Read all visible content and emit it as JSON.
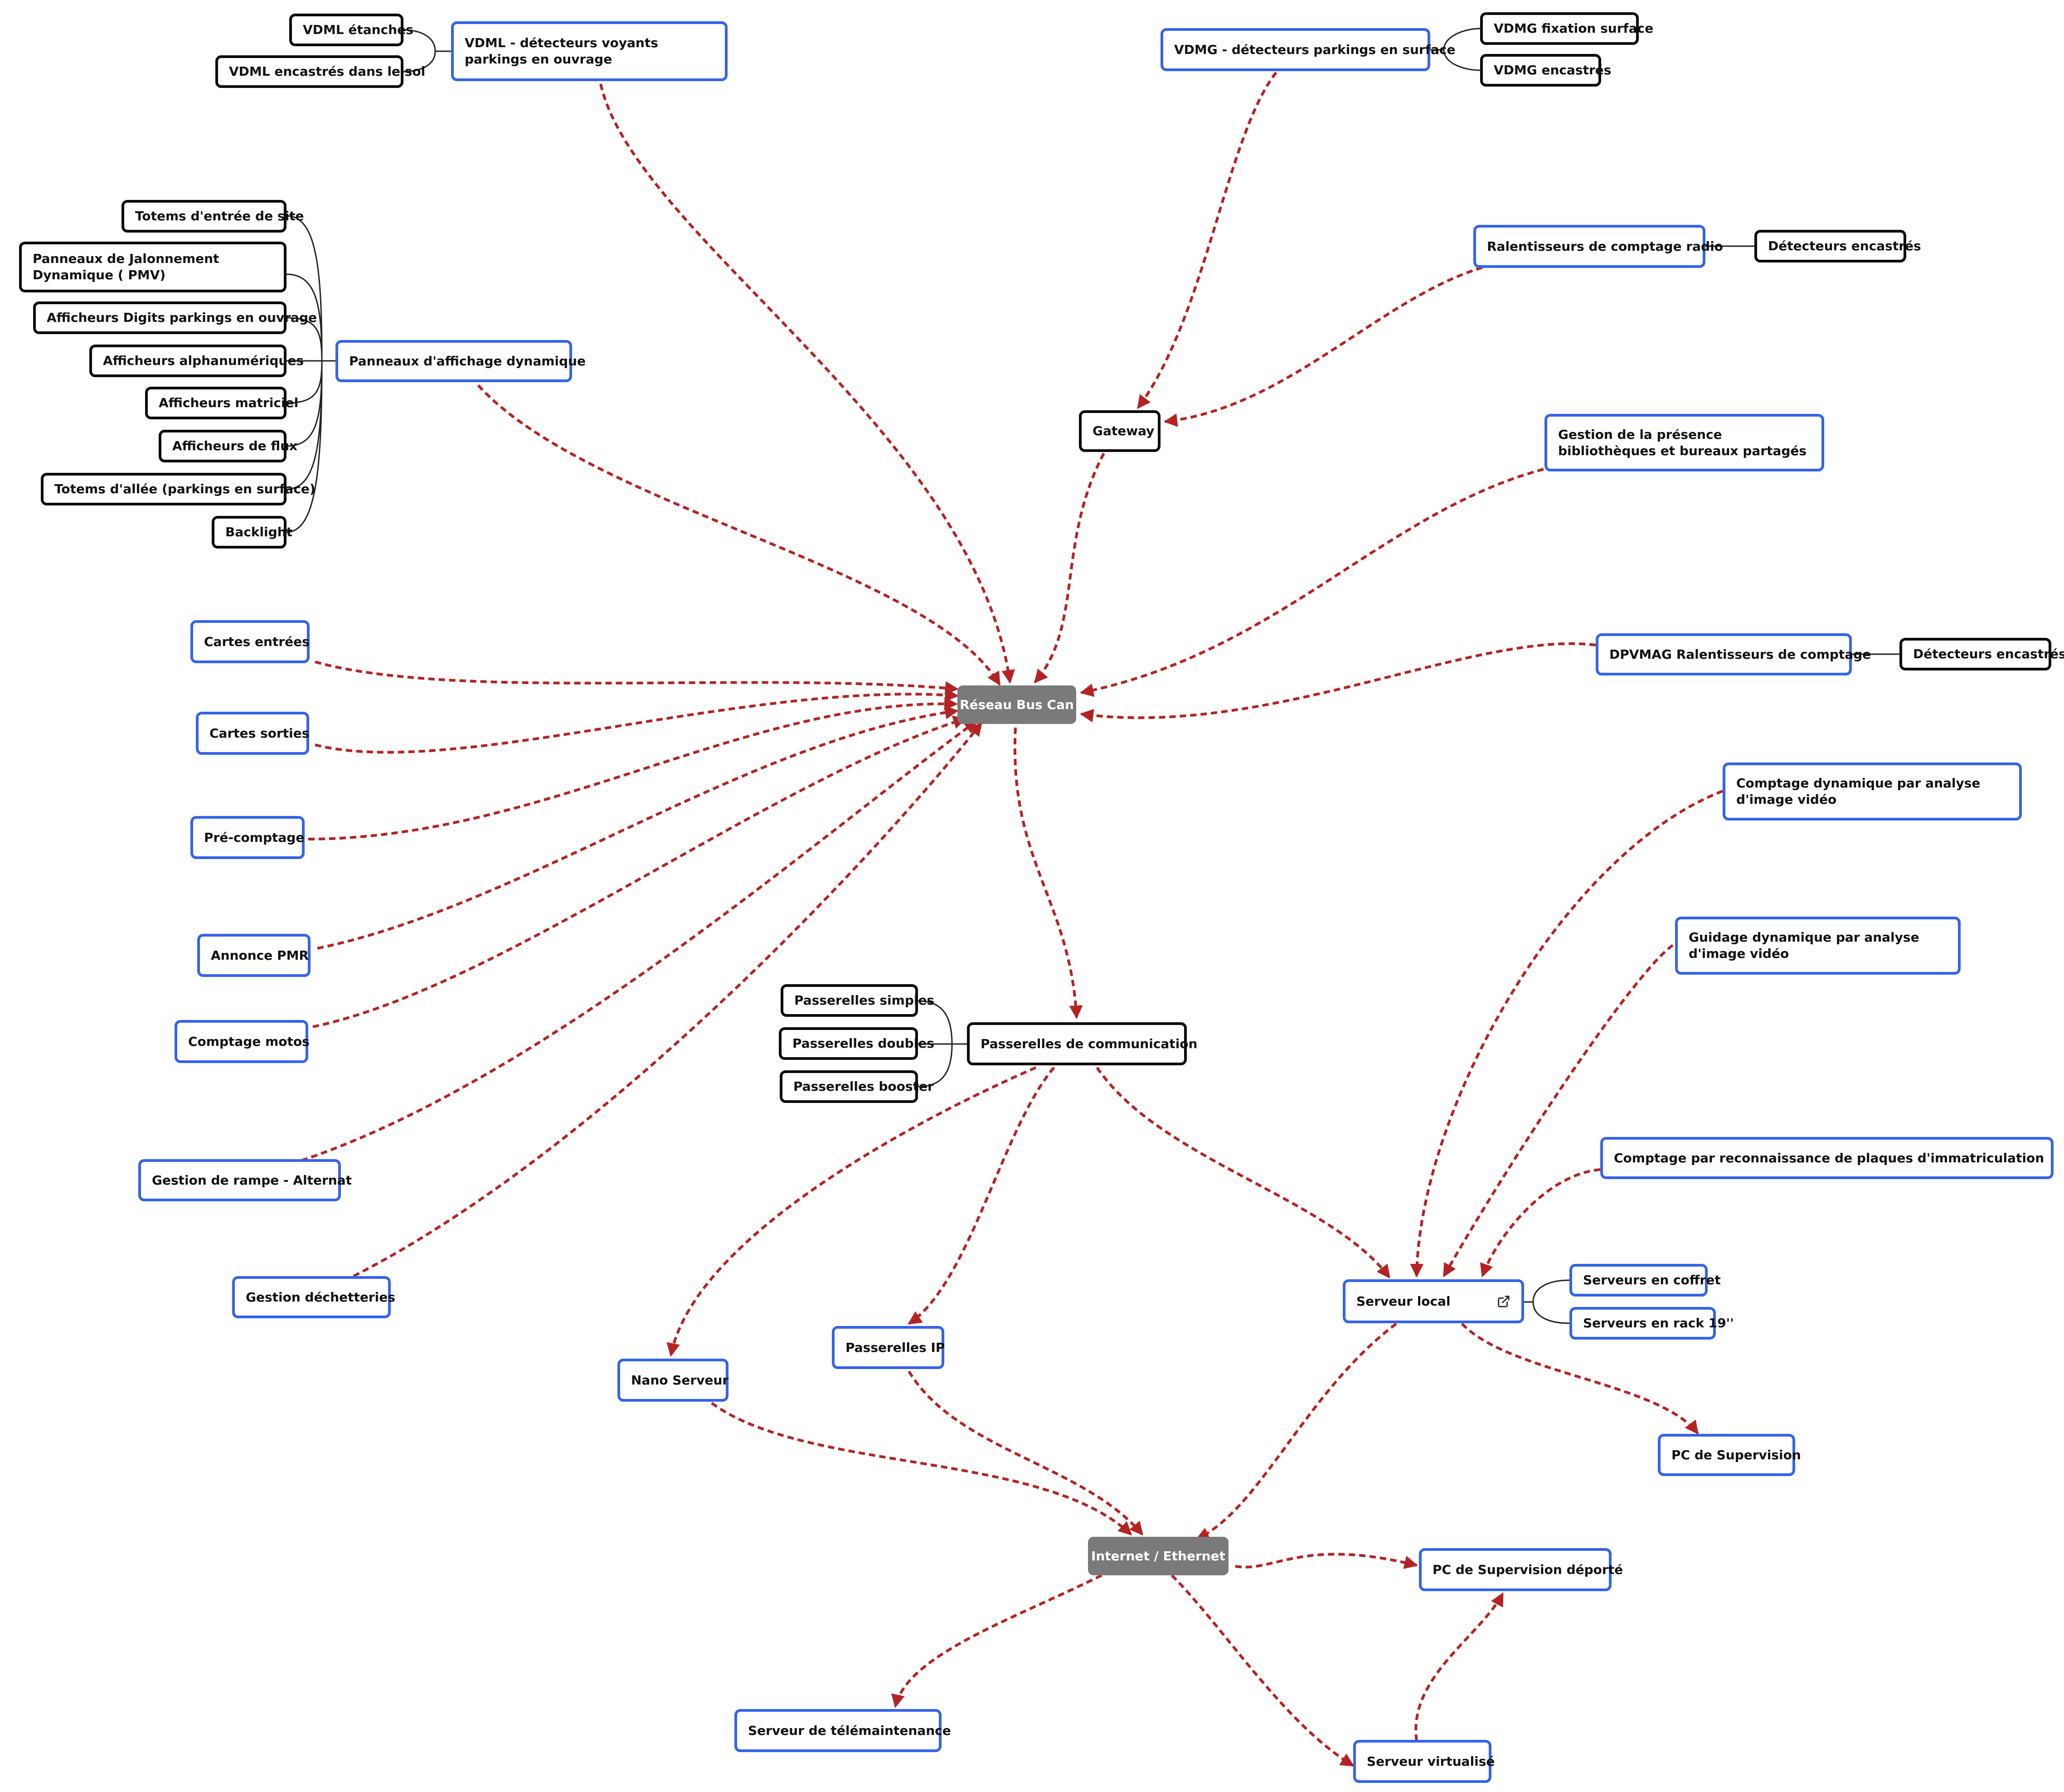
{
  "colors": {
    "accent_blue": "#3563e9",
    "arrow_red": "#b42323",
    "hub_gray": "#7a7a7a",
    "branch_black": "#0a0a0a"
  },
  "nodes": {
    "vdml": "VDML - détecteurs voyants parkings en ouvrage",
    "vdml_etanches": "VDML étanches",
    "vdml_encastres": "VDML encastrés dans le sol",
    "vdmg": "VDMG - détecteurs parkings en surface",
    "vdmg_fixation": "VDMG fixation surface",
    "vdmg_encastres": "VDMG encastrés",
    "totems_entree": "Totems d'entrée de site",
    "panneaux_jalonnement": "Panneaux de Jalonnement Dynamique ( PMV)",
    "afficheurs_digits": "Afficheurs Digits parkings en ouvrage",
    "afficheurs_alpha": "Afficheurs alphanumériques",
    "afficheurs_matriciel": "Afficheurs matriciel",
    "afficheurs_flux": "Afficheurs de flux",
    "totems_allee": "Totems d'allée (parkings en surface)",
    "backlight": "Backlight",
    "panneaux_affichage": "Panneaux d'affichage dynamique",
    "ralentisseurs_radio": "Ralentisseurs de comptage radio",
    "detecteurs_encastres_1": "Détecteurs encastrés",
    "gateway": "Gateway",
    "gestion_presence": "Gestion de la présence bibliothèques et bureaux partagés",
    "dpvmag": "DPVMAG Ralentisseurs de comptage",
    "detecteurs_encastres_2": "Détecteurs encastrés",
    "cartes_entrees": "Cartes entrées",
    "cartes_sorties": "Cartes sorties",
    "pre_comptage": "Pré-comptage",
    "annonce_pmr": "Annonce PMR",
    "comptage_motos": "Comptage motos",
    "gestion_rampe": "Gestion de rampe - Alternat",
    "gestion_dechetteries": "Gestion déchetteries",
    "reseau_bus_can": "Réseau Bus Can",
    "comptage_image": "Comptage dynamique par analyse d'image vidéo",
    "guidage_image": "Guidage dynamique par analyse d'image vidéo",
    "comptage_plaques": "Comptage par reconnaissance de plaques d'immatriculation",
    "passerelles_simples": "Passerelles simples",
    "passerelles_doubles": "Passerelles doubles",
    "passerelles_booster": "Passerelles booster",
    "passerelles_comm": "Passerelles de communication",
    "serveur_local": "Serveur local",
    "serveurs_coffret": "Serveurs en coffret",
    "serveurs_rack": "Serveurs en rack 19''",
    "passerelles_ip": "Passerelles IP",
    "nano_serveur": "Nano Serveur",
    "pc_supervision": "PC de Supervision",
    "internet": "Internet / Ethernet",
    "pc_supervision_deporte": "PC de Supervision déporté",
    "serveur_telemaintenance": "Serveur de télémaintenance",
    "serveur_virtualise": "Serveur virtualisé"
  },
  "icons": {
    "serveur_local_link": "external-link-icon"
  }
}
